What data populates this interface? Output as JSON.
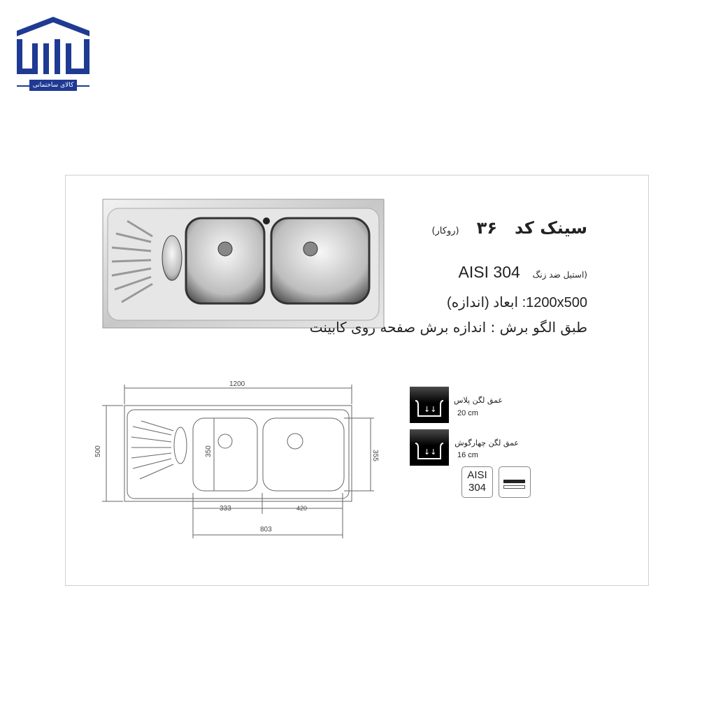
{
  "logo": {
    "text": "کالای ساختمانی",
    "color": "#1f3a93"
  },
  "product": {
    "title": "سینک کد",
    "code": "۳۶",
    "mount_type": "(روکار)",
    "material_label": "(استیل ضد زنگ",
    "material": "AISI 304",
    "dimensions": "1200x500: ابعاد (اندازه)",
    "cutout_note": "طبق الگو برش : اندازه برش صفحه روی کابینت"
  },
  "drawing": {
    "width": "1200",
    "height": "500",
    "bowl_depth_left": "350",
    "bowl_depth_right": "355",
    "bowl_left_width": "333",
    "bowl_right_width": "420",
    "bowls_total": "803"
  },
  "features": [
    {
      "icon": "bowl-depth-icon",
      "label": "عمق لگن پلاس",
      "value": "20 cm"
    },
    {
      "icon": "bowl-depth-icon",
      "label": "عمق لگن چهارگوش",
      "value": "16 cm"
    }
  ],
  "badges": {
    "aisi_line1": "AISI",
    "aisi_line2": "304",
    "thickness_icon": "thickness-icon"
  }
}
